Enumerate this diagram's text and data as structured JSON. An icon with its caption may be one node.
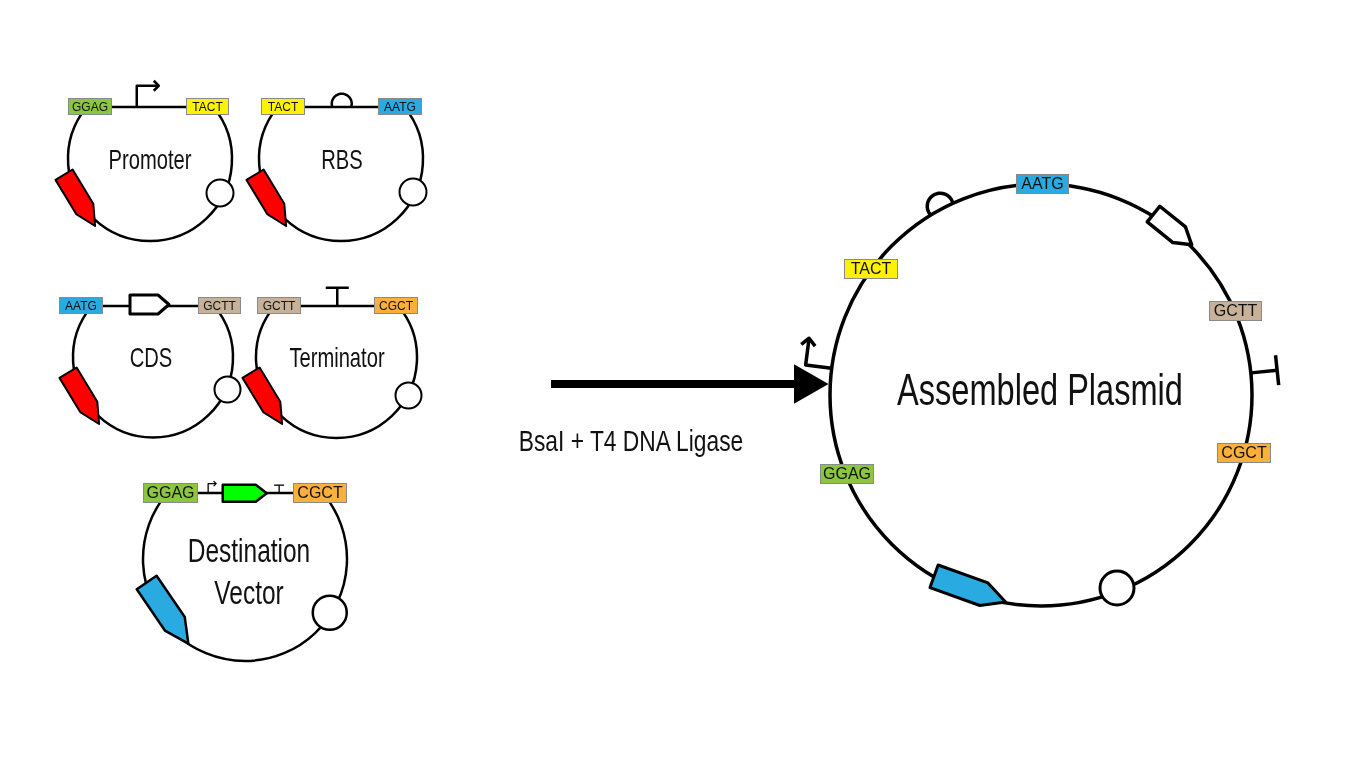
{
  "diagram": {
    "nodes": [
      {
        "text": [
          "Promoter"
        ]
      },
      {
        "text": [
          "GGAG"
        ]
      },
      {
        "text": [
          "TACT"
        ]
      },
      {
        "text": [
          "RBS"
        ]
      },
      {
        "text": [
          "TACT"
        ]
      },
      {
        "text": [
          "AATG"
        ]
      },
      {
        "text": [
          "CDS"
        ]
      },
      {
        "text": [
          "AATG"
        ]
      },
      {
        "text": [
          "GCTT"
        ]
      },
      {
        "text": [
          "Terminator"
        ]
      },
      {
        "text": [
          "GCTT"
        ]
      },
      {
        "text": [
          "CGCT"
        ]
      },
      {
        "text": [
          "Destination Vector"
        ]
      },
      {
        "text": [
          "GGAG"
        ]
      },
      {
        "text": [
          "CGCT"
        ]
      },
      {
        "text": [
          "Assembled Plasmid"
        ]
      },
      {
        "text": [
          "AATG"
        ]
      },
      {
        "text": [
          "TACT"
        ]
      },
      {
        "text": [
          "GCTT"
        ]
      },
      {
        "text": [
          "CGCT"
        ]
      },
      {
        "text": [
          "GGAG"
        ]
      }
    ],
    "edges": [
      {
        "from": null,
        "to": 15,
        "arrow": "to",
        "label": "BsaI + T4 DNA Ligase"
      }
    ]
  }
}
